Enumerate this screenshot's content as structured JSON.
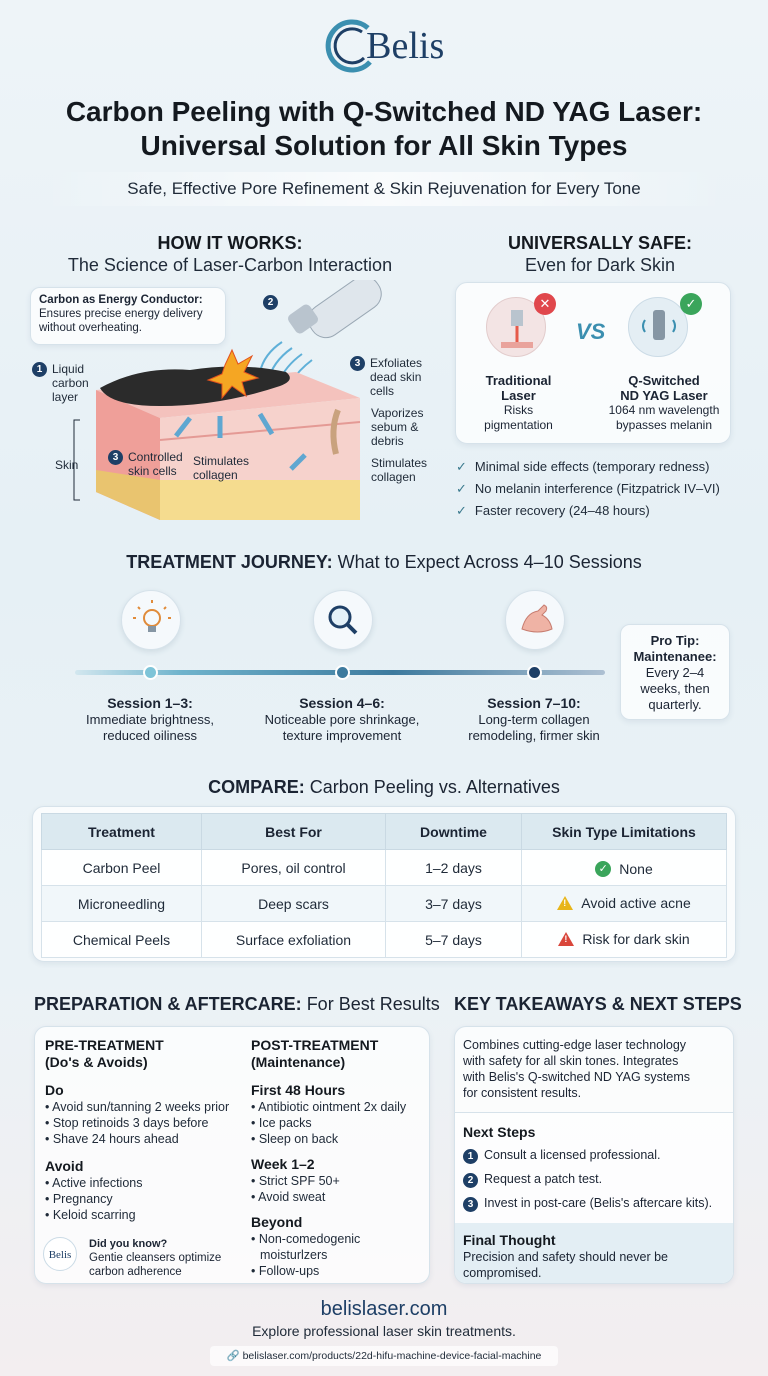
{
  "brand": {
    "name": "Belis",
    "accent": "#1e3f66",
    "teal": "#3b8fb0"
  },
  "header": {
    "title_line1": "Carbon Peeling with Q-Switched ND YAG Laser:",
    "title_line2": "Universal Solution for All Skin Types",
    "subtitle": "Safe, Effective Pore Refinement & Skin Rejuvenation for Every Tone"
  },
  "how_it_works": {
    "heading": "HOW IT WORKS:",
    "subheading": "The Science of Laser-Carbon Interaction",
    "callout_title": "Carbon as Energy Conductor:",
    "callout_text1": "Ensures precise energy delivery",
    "callout_text2": "without overheating.",
    "step_laser_num": "2",
    "label_liquid_num": "1",
    "label_liquid_1": "Liquid",
    "label_liquid_2": "carbon",
    "label_liquid_3": "layer",
    "label_exfoliate_num": "3",
    "label_exfoliate_1": "Exfoliates",
    "label_exfoliate_2": "dead skin",
    "label_exfoliate_3": "cells",
    "label_vaporize_1": "Vaporizes",
    "label_vaporize_2": "sebum &",
    "label_vaporize_3": "debris",
    "label_stim_right_1": "Stimulates",
    "label_stim_right_2": "collagen",
    "label_skin": "Skin",
    "label_controlled_num": "3",
    "label_controlled_1": "Controlled",
    "label_controlled_2": "skin cells",
    "label_stim_mid_1": "Stimulates",
    "label_stim_mid_2": "collagen"
  },
  "safe": {
    "heading": "UNIVERSALLY SAFE:",
    "subheading": "Even for Dark Skin",
    "vs": "VS",
    "left_title1": "Traditional",
    "left_title2": "Laser",
    "left_desc1": "Risks",
    "left_desc2": "pigmentation",
    "right_title1": "Q-Switched",
    "right_title2": "ND YAG Laser",
    "right_desc1": "1064 nm wavelength",
    "right_desc2": "bypasses melanin",
    "checks": [
      "Minimal side effects (temporary redness)",
      "No melanin interference (Fitzpatrick IV–VI)",
      "Faster recovery (24–48 hours)"
    ]
  },
  "journey": {
    "heading_bold": "TREATMENT JOURNEY:",
    "heading_rest": "What to Expect Across 4–10 Sessions",
    "sessions": [
      {
        "title": "Session 1–3:",
        "line1": "Immediate brightness,",
        "line2": "reduced oiliness"
      },
      {
        "title": "Session 4–6:",
        "line1": "Noticeable pore shrinkage,",
        "line2": "texture improvement"
      },
      {
        "title": "Session 7–10:",
        "line1": "Long-term collagen",
        "line2": "remodeling, firmer skin"
      }
    ],
    "tip_1": "Pro Tip:",
    "tip_2": "Maintenanee:",
    "tip_3": "Every 2–4",
    "tip_4": "weeks, then",
    "tip_5": "quarterly."
  },
  "compare": {
    "heading_bold": "COMPARE:",
    "heading_rest": "Carbon Peeling vs. Alternatives",
    "headers": [
      "Treatment",
      "Best For",
      "Downtime",
      "Skin Type Limitations"
    ],
    "rows": [
      {
        "treatment": "Carbon Peel",
        "best_for": "Pores, oil control",
        "downtime": "1–2 days",
        "limit": "None",
        "status": "ok"
      },
      {
        "treatment": "Microneedling",
        "best_for": "Deep scars",
        "downtime": "3–7 days",
        "limit": "Avoid active acne",
        "status": "warn"
      },
      {
        "treatment": "Chemical Peels",
        "best_for": "Surface exfoliation",
        "downtime": "5–7 days",
        "limit": "Risk for dark skin",
        "status": "risk"
      }
    ]
  },
  "prep": {
    "heading_bold": "PREPARATION & AFTERCARE:",
    "heading_rest": "For Best Results",
    "pre_title1": "PRE-TREATMENT",
    "pre_title2": "(Do's & Avoids)",
    "do_label": "Do",
    "do_items": [
      "• Avoid sun/tanning 2 weeks prior",
      "• Stop retinoids 3 days before",
      "• Shave 24 hours ahead"
    ],
    "avoid_label": "Avoid",
    "avoid_items": [
      "• Active infections",
      "• Pregnancy",
      "• Keloid scarring"
    ],
    "dyk_logo": "Belis",
    "dyk_title": "Did you know?",
    "dyk_text1": "Gentie cleansers optimize",
    "dyk_text2": "carbon adherence",
    "post_title1": "POST-TREATMENT",
    "post_title2": "(Maintenance)",
    "first_label": "First 48 Hours",
    "first_items": [
      "• Antibiotic ointment 2x daily",
      "• Ice packs",
      "• Sleep on back"
    ],
    "week_label": "Week 1–2",
    "week_items": [
      "• Strict SPF 50+",
      "• Avoid sweat"
    ],
    "beyond_label": "Beyond",
    "beyond_items": [
      "• Non-comedogenic",
      "moisturlzers",
      "• Follow-ups"
    ]
  },
  "takeaways": {
    "heading": "KEY TAKEAWAYS & NEXT STEPS",
    "intro1": "Combines cutting-edge laser technology",
    "intro2": "with safety for all skin tones. Integrates",
    "intro3": "with Belis's Q-switched ND YAG systems",
    "intro4": "for consistent results.",
    "next_label": "Next Steps",
    "steps": [
      "Consult a licensed professional.",
      "Request a patch test.",
      "Invest in post-care (Belis's aftercare kits)."
    ],
    "step_nums": [
      "1",
      "2",
      "3"
    ],
    "final_label": "Final Thought",
    "final1": "Precision and safety should never be",
    "final2": "compromised."
  },
  "footer": {
    "site": "belislaser.com",
    "tagline": "Explore professional laser skin treatments.",
    "url": "belislaser.com/products/22d-hifu-machine-device-facial-machine"
  }
}
